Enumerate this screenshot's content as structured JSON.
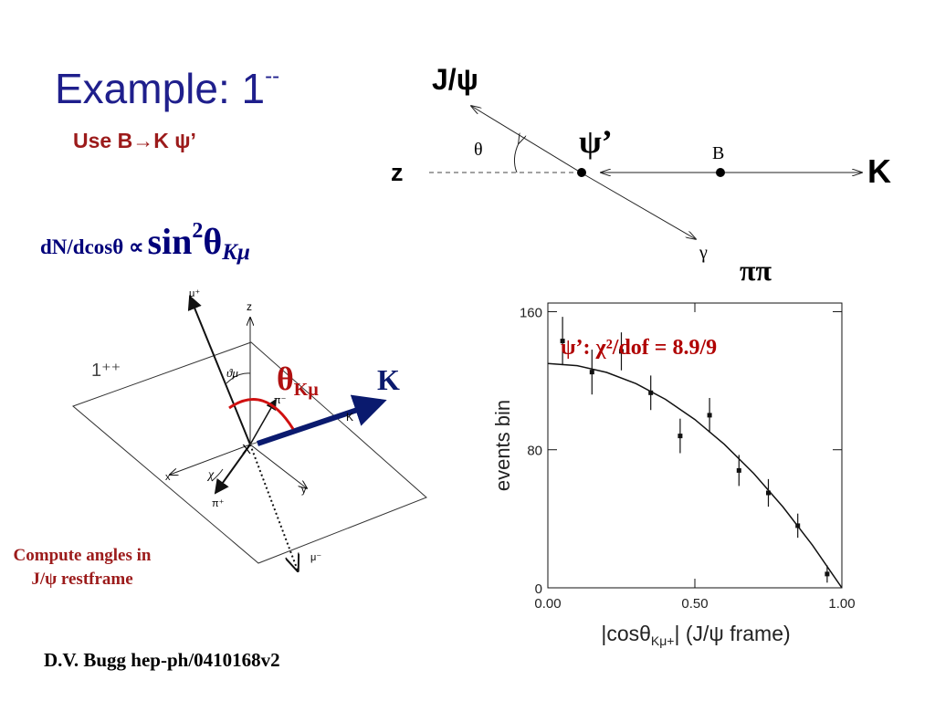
{
  "slide": {
    "title": "Example: 1",
    "title_superscript": "--",
    "subtitle": "Use B→K ψ’",
    "formula": {
      "lhs": "dN/dcosθ ∝",
      "rhs": "sin",
      "power": "2",
      "theta": "θ",
      "subscript": "Kμ"
    },
    "compute_note": [
      "Compute angles in",
      "J/ψ restframe"
    ],
    "citation": "D.V. Bugg  hep-ph/0410168v2"
  },
  "decay_diagram": {
    "labels": {
      "jpsi": "J/ψ",
      "psi_prime": "ψ’",
      "theta": "θ",
      "z": "z",
      "b": "B",
      "k": "K",
      "gamma": "γ",
      "pipi": "ππ"
    }
  },
  "angle_diagram": {
    "labels": {
      "mu_plus": "μ⁺",
      "z": "z",
      "state": "1⁺⁺",
      "theta_mu": "ϑμ",
      "theta_kmu": "θ",
      "theta_kmu_sub": "Kμ",
      "k_big": "K",
      "k_small": "K",
      "pi_minus": "π⁻",
      "pi_plus": "π⁺",
      "x_origin": "X",
      "x_axis": "x",
      "chi": "χ",
      "y_axis": "y",
      "mu_minus": "μ⁻"
    },
    "colors": {
      "k_arrow": "#0a1a6e",
      "arc": "#d01010",
      "theta_label": "#b01010"
    }
  },
  "chart_data": {
    "type": "scatter",
    "x": [
      0.05,
      0.15,
      0.25,
      0.35,
      0.45,
      0.55,
      0.65,
      0.75,
      0.85,
      0.95
    ],
    "y": [
      143,
      125,
      137,
      113,
      88,
      100,
      68,
      55,
      36,
      8
    ],
    "yerr": [
      14,
      13,
      11,
      10,
      10,
      10,
      9,
      8,
      7,
      5
    ],
    "fit_curve": {
      "x": [
        0.0,
        0.1,
        0.2,
        0.3,
        0.4,
        0.5,
        0.6,
        0.7,
        0.8,
        0.9,
        1.0
      ],
      "y": [
        130,
        128.7,
        124.8,
        118.3,
        109.2,
        97.5,
        83.2,
        66.3,
        46.8,
        24.7,
        0
      ]
    },
    "annotation": "ψ’:   χ²/dof = 8.9/9",
    "xlabel": "|cosθKμ+| (J/ψ frame)",
    "xlabel_parts": {
      "pre": "|cosθ",
      "sub": "Kμ+",
      "post": "| (J/ψ frame)"
    },
    "ylabel": "events bin",
    "xlim": [
      0,
      1
    ],
    "ylim": [
      0,
      165
    ],
    "xticks": [
      "0.00",
      "0.50",
      "1.00"
    ],
    "yticks": [
      "0",
      "80",
      "160"
    ],
    "annotation_color": "#b00000"
  }
}
